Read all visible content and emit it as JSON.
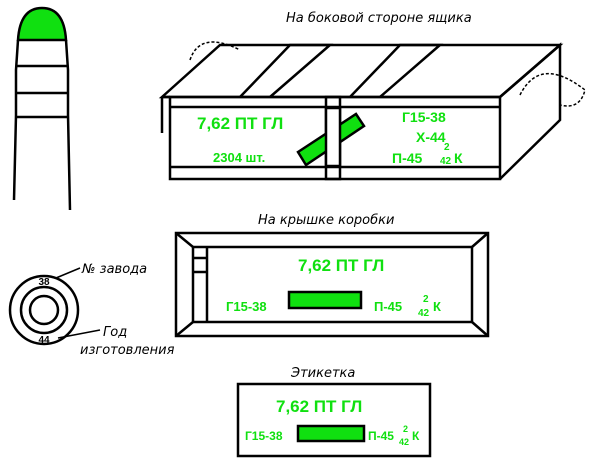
{
  "colors": {
    "marking_green": "#10e010",
    "outline": "#000000"
  },
  "cartridge_base": {
    "factory_number": "38",
    "year": "44",
    "factory_label": "№ завода",
    "year_label_line1": "Год",
    "year_label_line2": "изготовления"
  },
  "crate_side": {
    "title": "На боковой стороне ящика",
    "caliber_type": "7,62  ПТ  ГЛ",
    "quantity": "2304 шт.",
    "lot": "Г15-38",
    "powder": "Х-44",
    "powder_lot_prefix": "П-45",
    "fraction_top": "2",
    "fraction_bottom": "42",
    "suffix": "К"
  },
  "box_lid": {
    "title": "На крышке коробки",
    "caliber_type": "7,62  ПТ  ГЛ",
    "lot": "Г15-38",
    "powder_lot_prefix": "П-45",
    "fraction_top": "2",
    "fraction_bottom": "42",
    "suffix": "К"
  },
  "label": {
    "title": "Этикетка",
    "caliber_type": "7,62  ПТ  ГЛ",
    "lot": "Г15-38",
    "powder_lot_prefix": "П-45",
    "fraction_top": "2",
    "fraction_bottom": "42",
    "suffix": "К"
  }
}
